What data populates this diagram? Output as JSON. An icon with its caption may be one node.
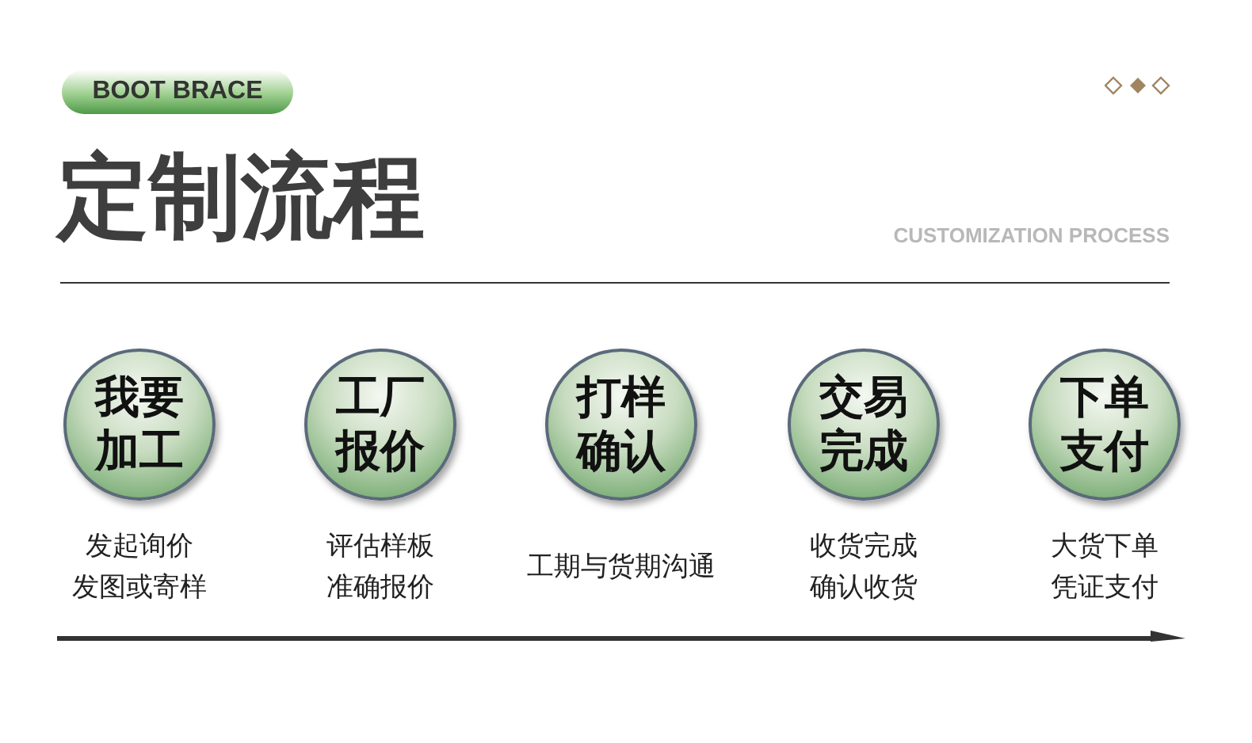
{
  "diagram": {
    "title": "定制流程",
    "nodes": [
      {
        "text": [
          "我要加工"
        ],
        "beside": [
          "发起询价",
          "发图或寄样"
        ]
      },
      {
        "text": [
          "工厂报价"
        ],
        "beside": [
          "评估样板",
          "准确报价"
        ]
      },
      {
        "text": [
          "打样确认"
        ],
        "beside": [
          "工期与货期沟通"
        ]
      },
      {
        "text": [
          "交易完成"
        ],
        "beside": [
          "收货完成",
          "确认收货"
        ]
      },
      {
        "text": [
          "下单支付"
        ],
        "beside": [
          "大货下单",
          "凭证支付"
        ]
      }
    ],
    "labels": [
      "BOOT BRACE",
      "CUSTOMIZATION PROCESS"
    ]
  }
}
